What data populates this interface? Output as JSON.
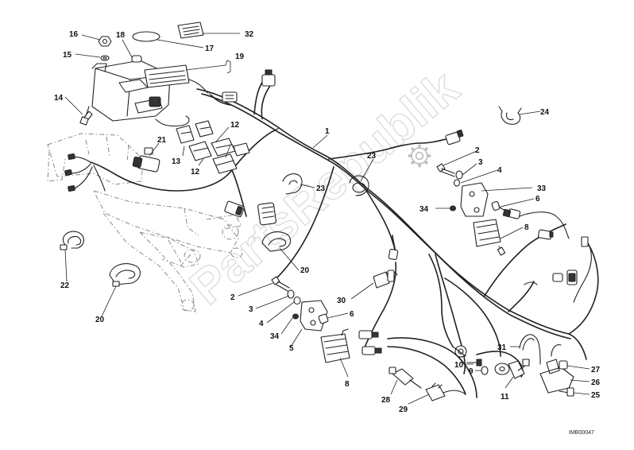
{
  "watermark": "PartsRepublik",
  "drawing_code": "IMB00047",
  "callouts": {
    "c1": "1",
    "c2a": "2",
    "c2b": "2",
    "c3a": "3",
    "c3b": "3",
    "c4a": "4",
    "c4b": "4",
    "c5": "5",
    "c6a": "6",
    "c6b": "6",
    "c8a": "8",
    "c8b": "8",
    "c9": "9",
    "c10": "10",
    "c11": "11",
    "c12a": "12",
    "c12b": "12",
    "c13": "13",
    "c14": "14",
    "c15": "15",
    "c16": "16",
    "c17": "17",
    "c18": "18",
    "c19": "19",
    "c20a": "20",
    "c20b": "20",
    "c21": "21",
    "c22": "22",
    "c23a": "23",
    "c23b": "23",
    "c24": "24",
    "c25": "25",
    "c26": "26",
    "c27": "27",
    "c28": "28",
    "c29": "29",
    "c30": "30",
    "c31": "31",
    "c32": "32",
    "c33": "33",
    "c34a": "34",
    "c34b": "34"
  }
}
